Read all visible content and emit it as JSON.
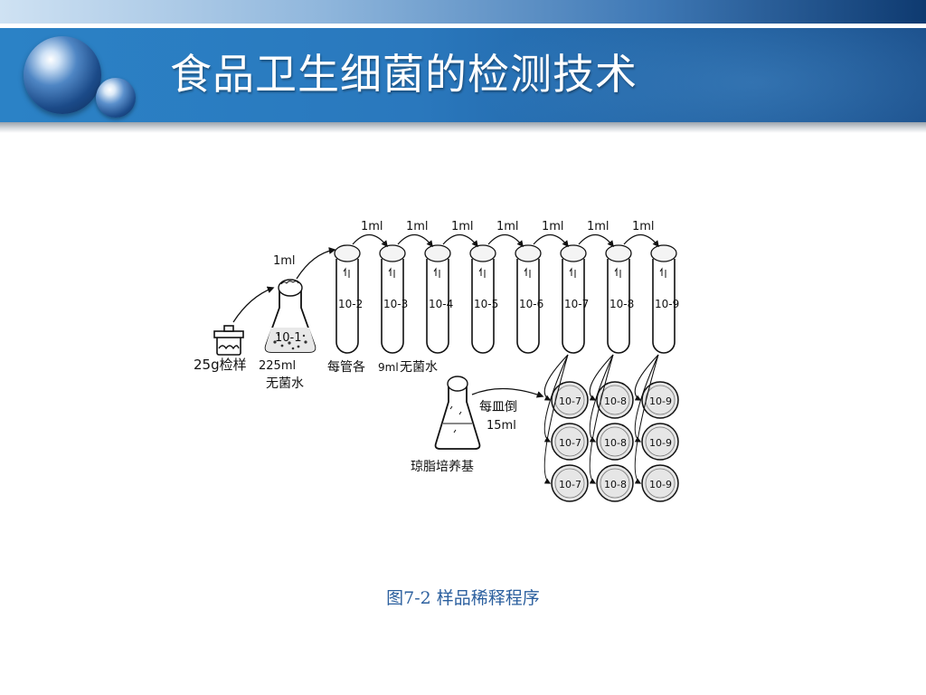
{
  "slide": {
    "title": "食品卫生细菌的检测技术",
    "caption": "图7-2 样品稀释程序"
  },
  "diagram": {
    "transfer_volume": "1ml",
    "sample_label": "25g检样",
    "water_volume": "225ml",
    "water_label": "无菌水",
    "flask_dilution": "10-1",
    "tubes_note_prefix": "每管各",
    "tubes_note_volume": "9ml",
    "tubes_note_suffix": "无菌水",
    "tube_dilutions": [
      "10-2",
      "10-3",
      "10-4",
      "10-5",
      "10-6",
      "10-7",
      "10-8",
      "10-9"
    ],
    "pour_label": "每皿倒",
    "pour_volume": "15ml",
    "agar_label": "琼脂培养基",
    "plate_dilutions": [
      "10-7",
      "10-8",
      "10-9"
    ],
    "plates_per_dilution": 3
  },
  "colors": {
    "header_blue": "#2a78bd",
    "title_text": "#ffffff",
    "caption_text": "#2b5f9e"
  }
}
